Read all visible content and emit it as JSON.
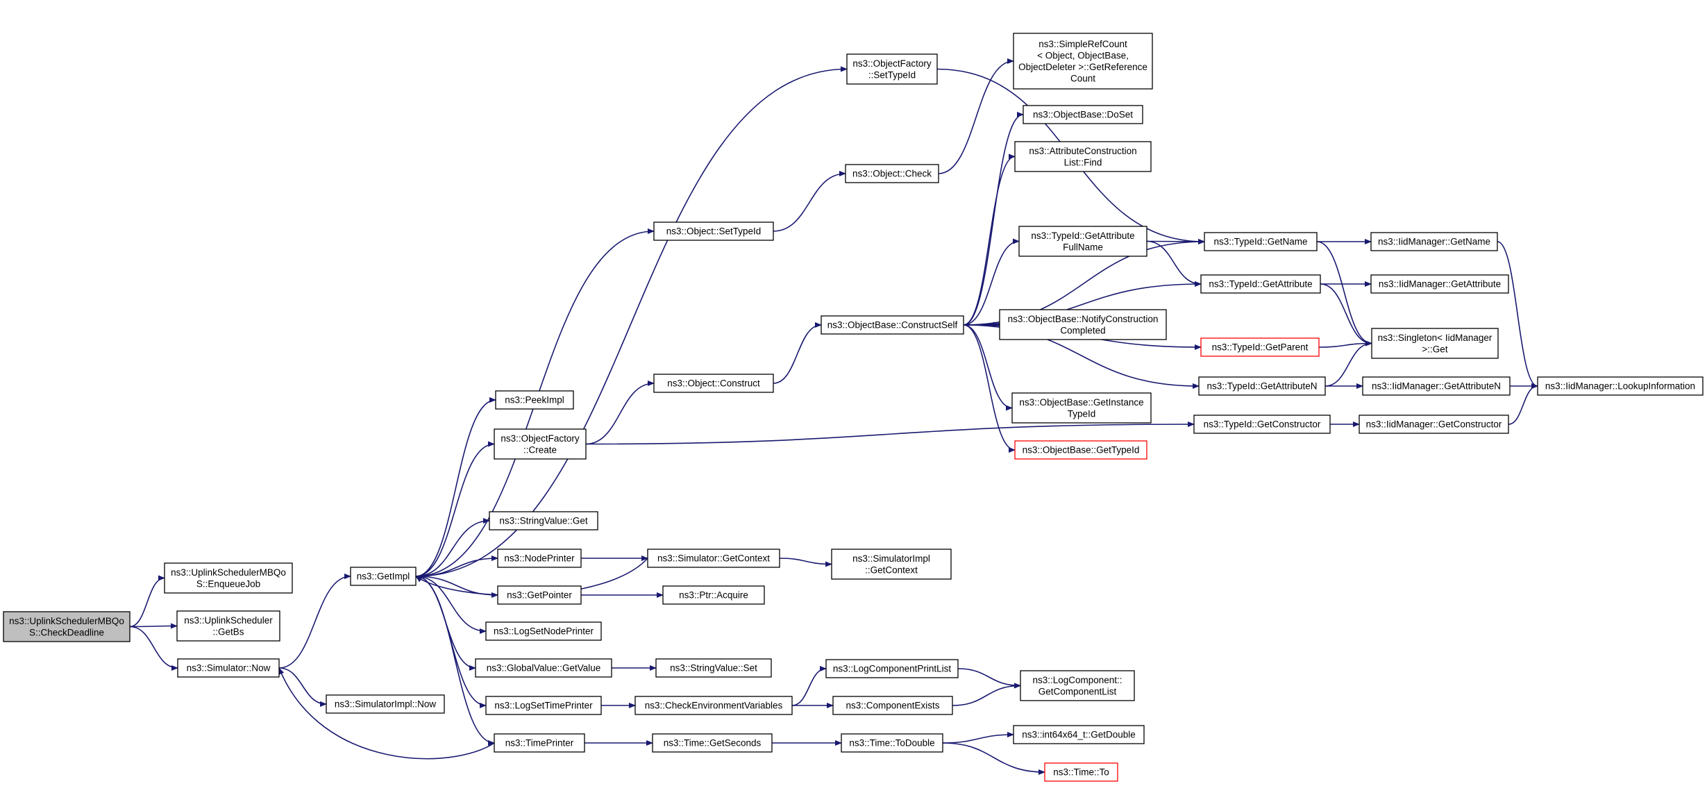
{
  "colors": {
    "edge": "#191970",
    "node_border": "#000000",
    "truncated_border": "#ff0000",
    "root_fill": "#bfbfbf"
  },
  "nodes": {
    "n1": {
      "lines": [
        "ns3::UplinkSchedulerMBQo",
        "S::CheckDeadline"
      ]
    },
    "n2": {
      "lines": [
        "ns3::UplinkSchedulerMBQo",
        "S::EnqueueJob"
      ]
    },
    "n3": {
      "lines": [
        "ns3::UplinkScheduler",
        "::GetBs"
      ]
    },
    "n4": {
      "lines": [
        "ns3::Simulator::Now"
      ]
    },
    "n5": {
      "lines": [
        "ns3::GetImpl"
      ]
    },
    "n6": {
      "lines": [
        "ns3::SimulatorImpl::Now"
      ]
    },
    "n7": {
      "lines": [
        "ns3::ObjectFactory",
        "::SetTypeId"
      ]
    },
    "n8": {
      "lines": [
        "ns3::PeekImpl"
      ]
    },
    "n9": {
      "lines": [
        "ns3::ObjectFactory",
        "::Create"
      ]
    },
    "n10": {
      "lines": [
        "ns3::StringValue::Get"
      ]
    },
    "n11": {
      "lines": [
        "ns3::NodePrinter"
      ]
    },
    "n12": {
      "lines": [
        "ns3::GetPointer"
      ]
    },
    "n13": {
      "lines": [
        "ns3::LogSetNodePrinter"
      ]
    },
    "n14": {
      "lines": [
        "ns3::GlobalValue::GetValue"
      ]
    },
    "n15": {
      "lines": [
        "ns3::LogSetTimePrinter"
      ]
    },
    "n16": {
      "lines": [
        "ns3::TimePrinter"
      ]
    },
    "n17": {
      "lines": [
        "ns3::Object::SetTypeId"
      ]
    },
    "n18": {
      "lines": [
        "ns3::Object::Construct"
      ]
    },
    "n19": {
      "lines": [
        "ns3::Simulator::GetContext"
      ]
    },
    "n20": {
      "lines": [
        "ns3::Ptr::Acquire"
      ]
    },
    "n21": {
      "lines": [
        "ns3::StringValue::Set"
      ]
    },
    "n22": {
      "lines": [
        "ns3::CheckEnvironmentVariables"
      ]
    },
    "n23": {
      "lines": [
        "ns3::Time::GetSeconds"
      ]
    },
    "n24": {
      "lines": [
        "ns3::Object::Check"
      ]
    },
    "n25": {
      "lines": [
        "ns3::ObjectBase::ConstructSelf"
      ]
    },
    "n26": {
      "lines": [
        "ns3::SimulatorImpl",
        "::GetContext"
      ]
    },
    "n27": {
      "lines": [
        "ns3::LogComponentPrintList"
      ]
    },
    "n28": {
      "lines": [
        "ns3::ComponentExists"
      ]
    },
    "n29": {
      "lines": [
        "ns3::Time::ToDouble"
      ]
    },
    "n30": {
      "lines": [
        "ns3::SimpleRefCount",
        "< Object, ObjectBase,",
        "ObjectDeleter >::GetReference",
        "Count"
      ]
    },
    "n31": {
      "lines": [
        "ns3::ObjectBase::DoSet"
      ]
    },
    "n32": {
      "lines": [
        "ns3::AttributeConstruction",
        "List::Find"
      ]
    },
    "n33": {
      "lines": [
        "ns3::TypeId::GetAttribute",
        "FullName"
      ]
    },
    "n34": {
      "lines": [
        "ns3::ObjectBase::NotifyConstruction",
        "Completed"
      ]
    },
    "n35": {
      "lines": [
        "ns3::ObjectBase::GetInstance",
        "TypeId"
      ]
    },
    "n36": {
      "lines": [
        "ns3::ObjectBase::GetTypeId"
      ]
    },
    "n37": {
      "lines": [
        "ns3::LogComponent::",
        "GetComponentList"
      ]
    },
    "n38": {
      "lines": [
        "ns3::int64x64_t::GetDouble"
      ]
    },
    "n39": {
      "lines": [
        "ns3::Time::To"
      ]
    },
    "n40": {
      "lines": [
        "ns3::TypeId::GetName"
      ]
    },
    "n41": {
      "lines": [
        "ns3::TypeId::GetAttribute"
      ]
    },
    "n42": {
      "lines": [
        "ns3::TypeId::GetParent"
      ]
    },
    "n43": {
      "lines": [
        "ns3::TypeId::GetAttributeN"
      ]
    },
    "n44": {
      "lines": [
        "ns3::TypeId::GetConstructor"
      ]
    },
    "n45": {
      "lines": [
        "ns3::IidManager::GetName"
      ]
    },
    "n46": {
      "lines": [
        "ns3::IidManager::GetAttribute"
      ]
    },
    "n47": {
      "lines": [
        "ns3::Singleton< IidManager",
        ">::Get"
      ]
    },
    "n48": {
      "lines": [
        "ns3::IidManager::GetAttributeN"
      ]
    },
    "n49": {
      "lines": [
        "ns3::IidManager::GetConstructor"
      ]
    },
    "n50": {
      "lines": [
        "ns3::IidManager::LookupInformation"
      ]
    }
  },
  "edges": [
    [
      "n1",
      "n2"
    ],
    [
      "n1",
      "n3"
    ],
    [
      "n1",
      "n4"
    ],
    [
      "n4",
      "n5"
    ],
    [
      "n4",
      "n6"
    ],
    [
      "n5",
      "n7"
    ],
    [
      "n5",
      "n8"
    ],
    [
      "n5",
      "n9"
    ],
    [
      "n5",
      "n10"
    ],
    [
      "n5",
      "n11"
    ],
    [
      "n5",
      "n12"
    ],
    [
      "n5",
      "n13"
    ],
    [
      "n5",
      "n14"
    ],
    [
      "n5",
      "n15"
    ],
    [
      "n5",
      "n16"
    ],
    [
      "n5",
      "n17"
    ],
    [
      "n9",
      "n18"
    ],
    [
      "n9",
      "n44"
    ],
    [
      "n11",
      "n19"
    ],
    [
      "n19",
      "n26"
    ],
    [
      "n19",
      "n5"
    ],
    [
      "n12",
      "n20"
    ],
    [
      "n14",
      "n21"
    ],
    [
      "n15",
      "n22"
    ],
    [
      "n22",
      "n27"
    ],
    [
      "n22",
      "n28"
    ],
    [
      "n16",
      "n23"
    ],
    [
      "n16",
      "n4"
    ],
    [
      "n17",
      "n24"
    ],
    [
      "n24",
      "n30"
    ],
    [
      "n18",
      "n25"
    ],
    [
      "n25",
      "n31"
    ],
    [
      "n25",
      "n32"
    ],
    [
      "n25",
      "n33"
    ],
    [
      "n25",
      "n34"
    ],
    [
      "n25",
      "n35"
    ],
    [
      "n25",
      "n36"
    ],
    [
      "n25",
      "n40"
    ],
    [
      "n25",
      "n41"
    ],
    [
      "n25",
      "n42"
    ],
    [
      "n25",
      "n43"
    ],
    [
      "n23",
      "n29"
    ],
    [
      "n29",
      "n38"
    ],
    [
      "n29",
      "n39"
    ],
    [
      "n27",
      "n37"
    ],
    [
      "n28",
      "n37"
    ],
    [
      "n7",
      "n40"
    ],
    [
      "n33",
      "n40"
    ],
    [
      "n33",
      "n41"
    ],
    [
      "n40",
      "n45"
    ],
    [
      "n40",
      "n47"
    ],
    [
      "n41",
      "n46"
    ],
    [
      "n41",
      "n47"
    ],
    [
      "n42",
      "n47"
    ],
    [
      "n43",
      "n47"
    ],
    [
      "n43",
      "n48"
    ],
    [
      "n44",
      "n49"
    ],
    [
      "n45",
      "n50"
    ],
    [
      "n48",
      "n50"
    ],
    [
      "n49",
      "n50"
    ]
  ]
}
